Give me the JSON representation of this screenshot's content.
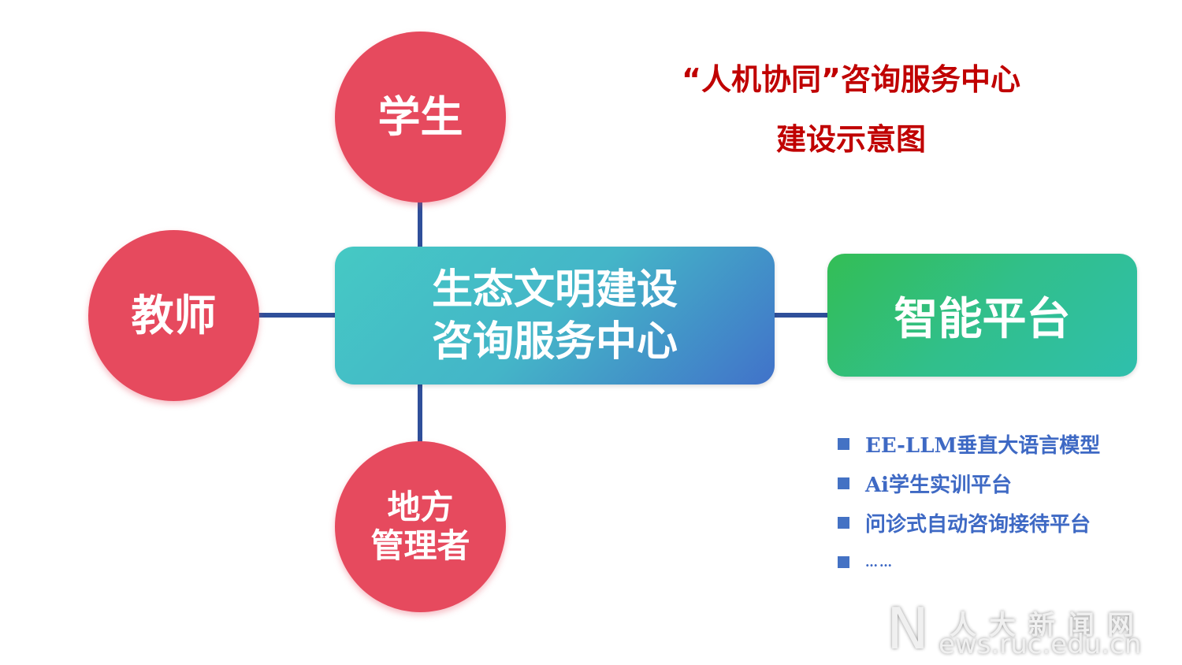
{
  "title": {
    "line1": "“人机协同”咨询服务中心",
    "line2": "建设示意图",
    "color": "#c00000"
  },
  "hub": {
    "line1": "生态文明建设",
    "line2": "咨询服务中心"
  },
  "nodes": {
    "student": "学生",
    "teacher": "教师",
    "manager_line1": "地方",
    "manager_line2": "管理者",
    "color": "#e64a5e"
  },
  "platform": {
    "label": "智能平台",
    "items": [
      "EE-LLM垂直大语言模型",
      "Ai学生实训平台",
      "问诊式自动咨询接待平台",
      "……"
    ]
  },
  "watermark": {
    "letter": "N",
    "chinese": "人大新闻网",
    "url": "ews.ruc.edu.cn"
  }
}
